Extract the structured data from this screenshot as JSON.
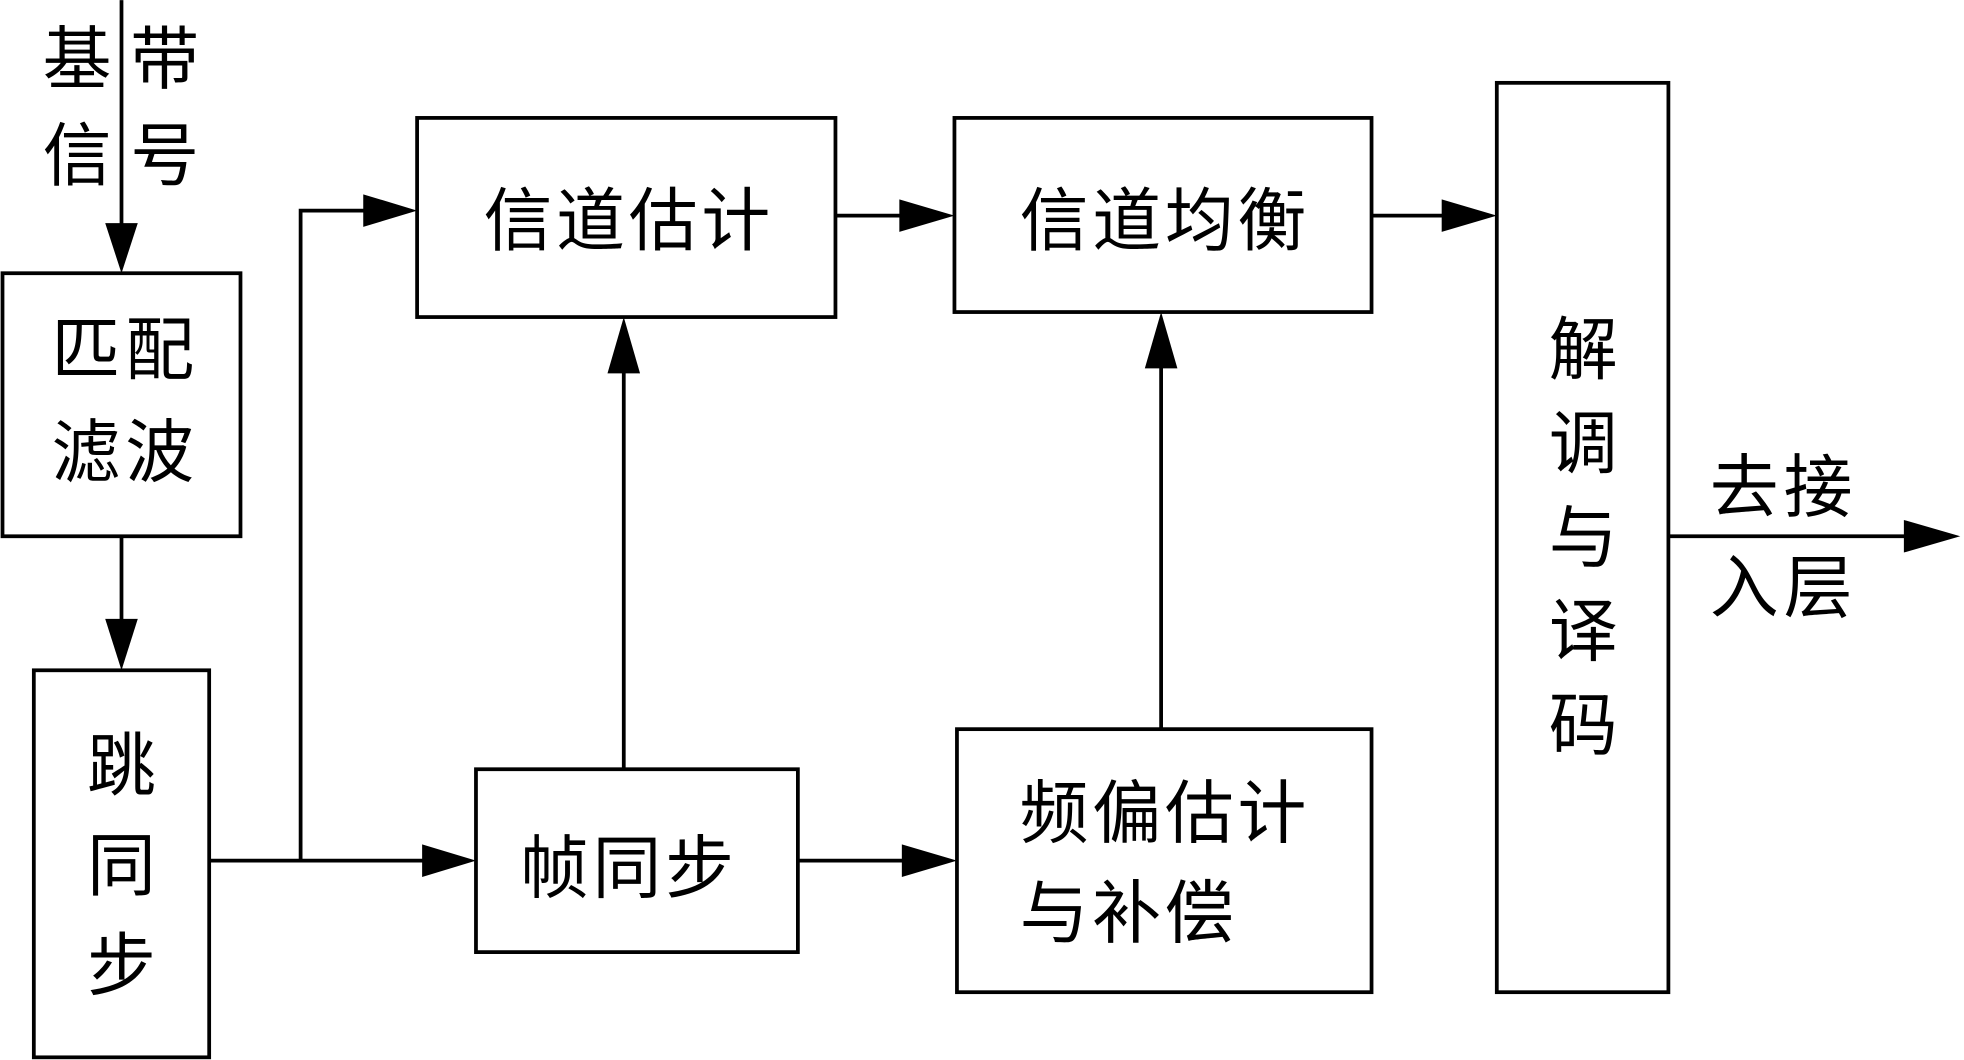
{
  "diagram": {
    "input_label": {
      "lines": [
        "基带",
        "信号"
      ]
    },
    "blocks": {
      "matched_filter": {
        "lines": [
          "匹配",
          "滤波"
        ]
      },
      "hop_sync": {
        "chars": [
          "跳",
          "同",
          "步"
        ]
      },
      "channel_estimation": {
        "label": "信道估计"
      },
      "channel_equalization": {
        "label": "信道均衡"
      },
      "demod_decode": {
        "chars": [
          "解",
          "调",
          "与",
          "译",
          "码"
        ]
      },
      "frame_sync": {
        "label": "帧同步"
      },
      "freq_offset": {
        "lines": [
          "频偏估计",
          "与补偿"
        ]
      }
    },
    "output_label": {
      "lines": [
        "去接",
        "入层"
      ]
    },
    "colors": {
      "stroke": "#000000",
      "background": "#ffffff"
    }
  }
}
